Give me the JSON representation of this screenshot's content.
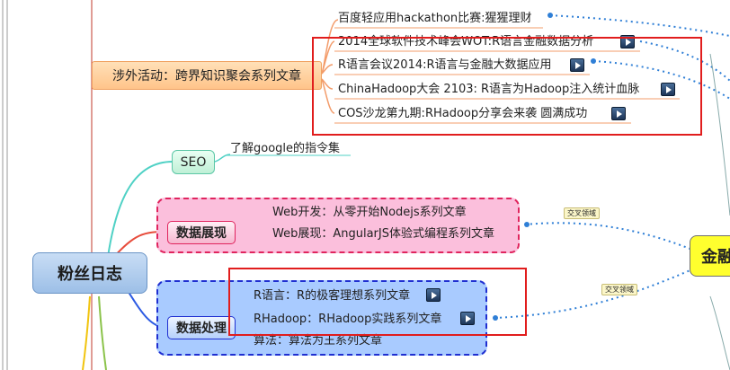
{
  "top_branch": {
    "label": "涉外活动：跨界知识聚会系列文章",
    "items": [
      "百度轻应用hackathon比赛:猩猩理财",
      "2014全球软件技术峰会WOT:R语言金融数据分析",
      "R语言会议2014:R语言与金融大数据应用",
      "ChinaHadoop大会 2103: R语言为Hadoop注入统计血脉",
      "COS沙龙第九期:RHadoop分享会来袭 圆满成功"
    ]
  },
  "root": {
    "label": "粉丝日志"
  },
  "seo": {
    "label": "SEO",
    "item": "了解google的指令集"
  },
  "display": {
    "label": "数据展现",
    "items": [
      "Web开发：从零开始Nodejs系列文章",
      "Web展现：AngularJS体验式编程系列文章"
    ]
  },
  "processing": {
    "label": "数据处理",
    "items": [
      "R语言：R的极客理想系列文章",
      "RHadoop：RHadoop实践系列文章",
      "算法：算法为王系列文章"
    ]
  },
  "cross_tag": "交叉领域",
  "right_node": {
    "label": "金融"
  },
  "icons": {
    "attachment": "play-icon"
  },
  "colors": {
    "highlight": "#e11d1d",
    "root_fill": "#a9c8ec",
    "display_fill": "#f7a5c8",
    "processing_fill": "#a5c8ff",
    "finance_fill": "#ffff33"
  }
}
